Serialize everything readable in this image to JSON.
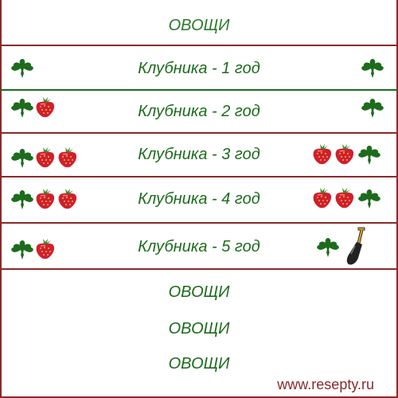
{
  "header": {
    "label": "ОВОЩИ"
  },
  "beds": [
    {
      "label": "Клубника - 1 год",
      "left_icons": [
        "leaf-icon"
      ],
      "right_icons": [
        "leaf-icon"
      ]
    },
    {
      "label": "Клубника - 2 год",
      "left_icons": [
        "leaf-icon",
        "strawberry-icon"
      ],
      "right_icons": [
        "leaf-icon"
      ]
    },
    {
      "label": "Клубника - 3 год",
      "left_icons": [
        "leaf-icon",
        "strawberry-icon",
        "strawberry-icon"
      ],
      "right_icons": [
        "strawberry-icon",
        "strawberry-icon",
        "leaf-icon"
      ]
    },
    {
      "label": "Клубника - 4 год",
      "left_icons": [
        "leaf-icon",
        "strawberry-icon",
        "strawberry-icon"
      ],
      "right_icons": [
        "strawberry-icon",
        "strawberry-icon",
        "leaf-icon"
      ]
    },
    {
      "label": "Клубника - 5 год",
      "left_icons": [
        "leaf-icon",
        "strawberry-icon"
      ],
      "right_icons": [
        "leaf-icon",
        "shovel-icon"
      ]
    }
  ],
  "bottom": {
    "labels": [
      "ОВОЩИ",
      "ОВОЩИ",
      "ОВОЩИ"
    ]
  },
  "watermark": "www.resepty.ru",
  "colors": {
    "border": "#8a2a2a",
    "text": "#1d6b1d",
    "leaf": "#1d6b1d",
    "berry": "#d0202a"
  }
}
